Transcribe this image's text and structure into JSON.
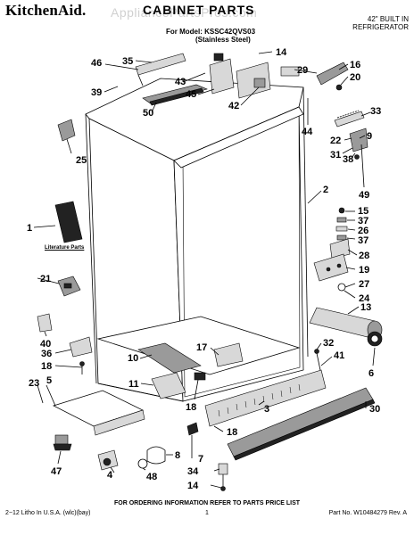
{
  "header": {
    "brand": "KitchenAid.",
    "watermark": "AppliancePartsPros.com",
    "title": "CABINET PARTS",
    "model_line": "For Model: KSSC42QVS03",
    "model_variant": "(Stainless Steel)",
    "product_line1": "42\" BUILT IN",
    "product_line2": "REFRIGERATOR"
  },
  "diagram": {
    "literature_label": "Literature Parts",
    "callouts": [
      {
        "id": "35",
        "label": "35"
      },
      {
        "id": "46",
        "label": "46"
      },
      {
        "id": "14a",
        "label": "14"
      },
      {
        "id": "29",
        "label": "29"
      },
      {
        "id": "16",
        "label": "16"
      },
      {
        "id": "20",
        "label": "20"
      },
      {
        "id": "39",
        "label": "39"
      },
      {
        "id": "43",
        "label": "43"
      },
      {
        "id": "45",
        "label": "45"
      },
      {
        "id": "42",
        "label": "42"
      },
      {
        "id": "50",
        "label": "50"
      },
      {
        "id": "44",
        "label": "44"
      },
      {
        "id": "33",
        "label": "33"
      },
      {
        "id": "22",
        "label": "22"
      },
      {
        "id": "9",
        "label": "9"
      },
      {
        "id": "31",
        "label": "31"
      },
      {
        "id": "38",
        "label": "38"
      },
      {
        "id": "25",
        "label": "25"
      },
      {
        "id": "49",
        "label": "49"
      },
      {
        "id": "2",
        "label": "2"
      },
      {
        "id": "15",
        "label": "15"
      },
      {
        "id": "37a",
        "label": "37"
      },
      {
        "id": "26",
        "label": "26"
      },
      {
        "id": "37b",
        "label": "37"
      },
      {
        "id": "1",
        "label": "1"
      },
      {
        "id": "28",
        "label": "28"
      },
      {
        "id": "19",
        "label": "19"
      },
      {
        "id": "21",
        "label": "21"
      },
      {
        "id": "27",
        "label": "27"
      },
      {
        "id": "24",
        "label": "24"
      },
      {
        "id": "13",
        "label": "13"
      },
      {
        "id": "40",
        "label": "40"
      },
      {
        "id": "36",
        "label": "36"
      },
      {
        "id": "18a",
        "label": "18"
      },
      {
        "id": "17",
        "label": "17"
      },
      {
        "id": "10",
        "label": "10"
      },
      {
        "id": "32",
        "label": "32"
      },
      {
        "id": "41",
        "label": "41"
      },
      {
        "id": "6",
        "label": "6"
      },
      {
        "id": "23",
        "label": "23"
      },
      {
        "id": "5",
        "label": "5"
      },
      {
        "id": "11",
        "label": "11"
      },
      {
        "id": "18b",
        "label": "18"
      },
      {
        "id": "3",
        "label": "3"
      },
      {
        "id": "30",
        "label": "30"
      },
      {
        "id": "18c",
        "label": "18"
      },
      {
        "id": "47",
        "label": "47"
      },
      {
        "id": "8",
        "label": "8"
      },
      {
        "id": "4",
        "label": "4"
      },
      {
        "id": "7",
        "label": "7"
      },
      {
        "id": "48",
        "label": "48"
      },
      {
        "id": "34",
        "label": "34"
      },
      {
        "id": "14b",
        "label": "14"
      }
    ]
  },
  "footer": {
    "ordering_note": "FOR ORDERING INFORMATION REFER TO PARTS PRICE LIST",
    "print_info": "2−12 Litho In U.S.A. (wlc)(bay)",
    "page_number": "1",
    "part_number": "Part No. W10484279 Rev. A"
  }
}
